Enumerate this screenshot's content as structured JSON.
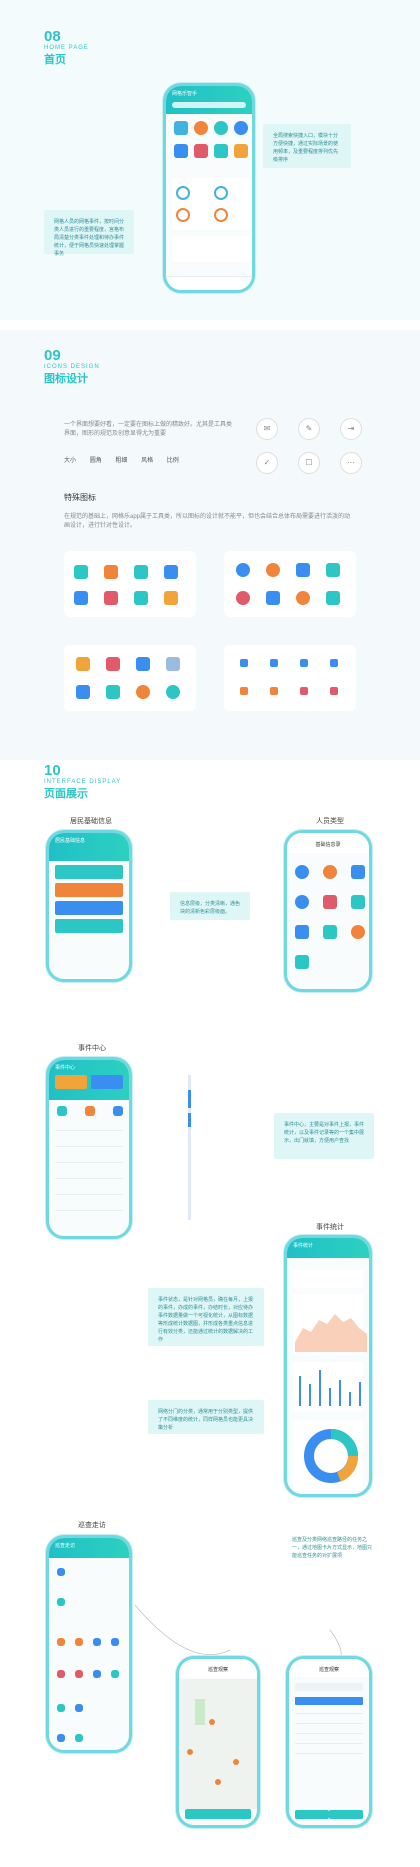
{
  "sections": {
    "home": {
      "num": "08",
      "en": "HOME PAGE",
      "cn": "首页"
    },
    "icons": {
      "num": "09",
      "en": "ICONS DESIGN",
      "cn": "图标设计"
    },
    "interface": {
      "num": "10",
      "en": "INTERFACE DISPLAY",
      "cn": "页面展示"
    }
  },
  "home": {
    "callout_right": "全局搜索快捷入口，模块十分方便快捷，通过实际场景的使用频率，及重要程度排列优先级排序",
    "callout_left": "网格人员的网格事件，按时间分类人员进行的重要程度，宫格布局清楚分类事件处理和待办事件统计，便于网格员快速处理掌握事务"
  },
  "icons": {
    "intro": "一个界面想要好看，一定要在图标上做的精致好。尤其是工具类界面，图形的规范及创意显得尤为重要",
    "tags": [
      "大小",
      "圆角",
      "粗细",
      "风格",
      "比例"
    ],
    "feature_title": "特殊图标",
    "feature_desc": "在规范的基础上，网格乐app属于工具类，所以图标的设计就不能平，但也会结合总体布局需要进行活泼的动画设计，进行针对性设计。"
  },
  "interface": {
    "label_resident": "居民基础信息",
    "label_people": "人员类型",
    "label_event": "事件中心",
    "label_stats": "事件统计",
    "label_patrol": "巡查走访",
    "callout_resident": "信息层级，分类清晰，通色块的清新色彩层级面。",
    "callout_event": "事件中心，主要是对事件上报，事件统计，以及事件记录等的一个集中展示，出门就填，方便用户查找",
    "callout_stats1": "事件状态，是针对网格员，确在每月，上报的事件，办成的事件，办结时长，对应待办事件数据量做一个可视化统计，从图标数据等形成统计数据图，并形成各类重点信息进行有效分类，还能通过统计的数据解决的工作",
    "callout_stats2": "网络分门的分类，通常用于分别类型，提供了不同维度的统计，同样网格员也能更具决策分析",
    "callout_patrol": "巡查及分类网络巡查路径的任务之一，通过地图卡片方式显示，地图只能巡查任务的对扩展项"
  },
  "screens": {
    "home_title": "网格乐智手",
    "resident_title": "居民基础信息",
    "people_title": "基础信息录",
    "event_title": "事件中心",
    "stats_title": "事件统计",
    "patrol_title": "巡查走访",
    "map_title": "巡查观察",
    "list_title": "巡查观察"
  },
  "colors": {
    "accent": "#2cc6c4",
    "accent2": "#20c0c6",
    "orange": "#f0843a",
    "blue": "#3a8ef0"
  }
}
